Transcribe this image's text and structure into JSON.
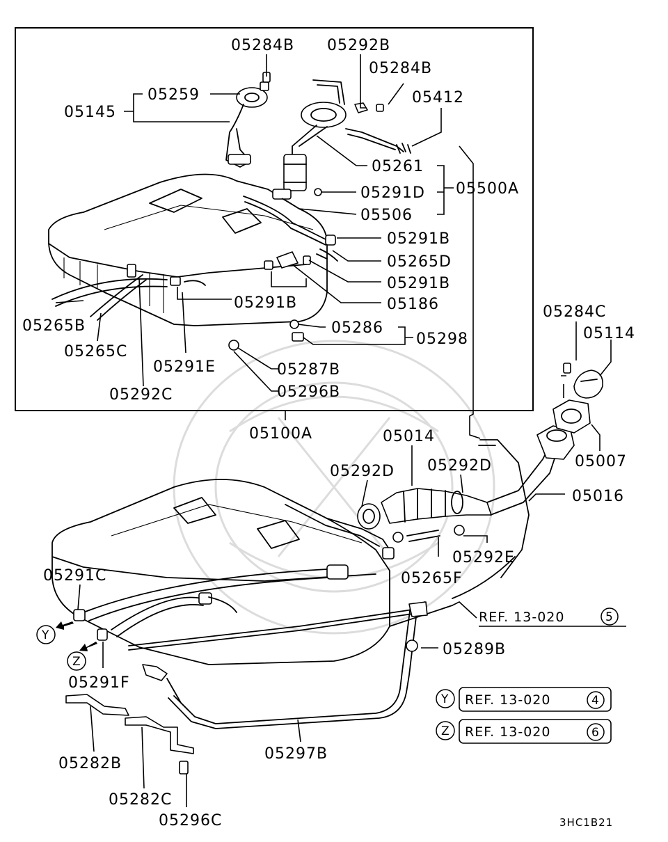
{
  "labels": {
    "p05284B_top": "05284B",
    "p05292B": "05292B",
    "p05284B_mid": "05284B",
    "p05412": "05412",
    "p05259": "05259",
    "p05145": "05145",
    "p05261": "05261",
    "p05291D": "05291D",
    "p05500A": "05500A",
    "p05506": "05506",
    "p05291B_a": "05291B",
    "p05265D": "05265D",
    "p05291B_b": "05291B",
    "p05291B_c": "05291B",
    "p05186": "05186",
    "p05265B": "05265B",
    "p05286": "05286",
    "p05298": "05298",
    "p05265C": "05265C",
    "p05291E": "05291E",
    "p05287B": "05287B",
    "p05292C": "05292C",
    "p05296B": "05296B",
    "p05284C": "05284C",
    "p05114": "05114",
    "p05100A": "05100A",
    "p05014": "05014",
    "p05007": "05007",
    "p05292D_a": "05292D",
    "p05292D_b": "05292D",
    "p05016": "05016",
    "p05291C": "05291C",
    "p05292E": "05292E",
    "p05265F": "05265F",
    "p05289B": "05289B",
    "p05291F": "05291F",
    "p05297B": "05297B",
    "p05282B": "05282B",
    "p05282C": "05282C",
    "p05296C": "05296C"
  },
  "refs": {
    "main": {
      "text": "REF. 13-020",
      "num": "5"
    },
    "y": {
      "marker": "Y",
      "text": "REF. 13-020",
      "num": "4"
    },
    "z": {
      "marker": "Z",
      "text": "REF. 13-020",
      "num": "6"
    }
  },
  "arrow_markers": {
    "y": "Y",
    "z": "Z"
  },
  "diagram_code": "3HC1B21",
  "icons": [
    "fuel-pump-icon",
    "fuel-tank-icon",
    "fuel-cap-icon",
    "filler-neck-icon",
    "tank-strap-icon",
    "bracket-icon",
    "hose-clamp-icon",
    "bolt-icon",
    "arrow-icon"
  ]
}
